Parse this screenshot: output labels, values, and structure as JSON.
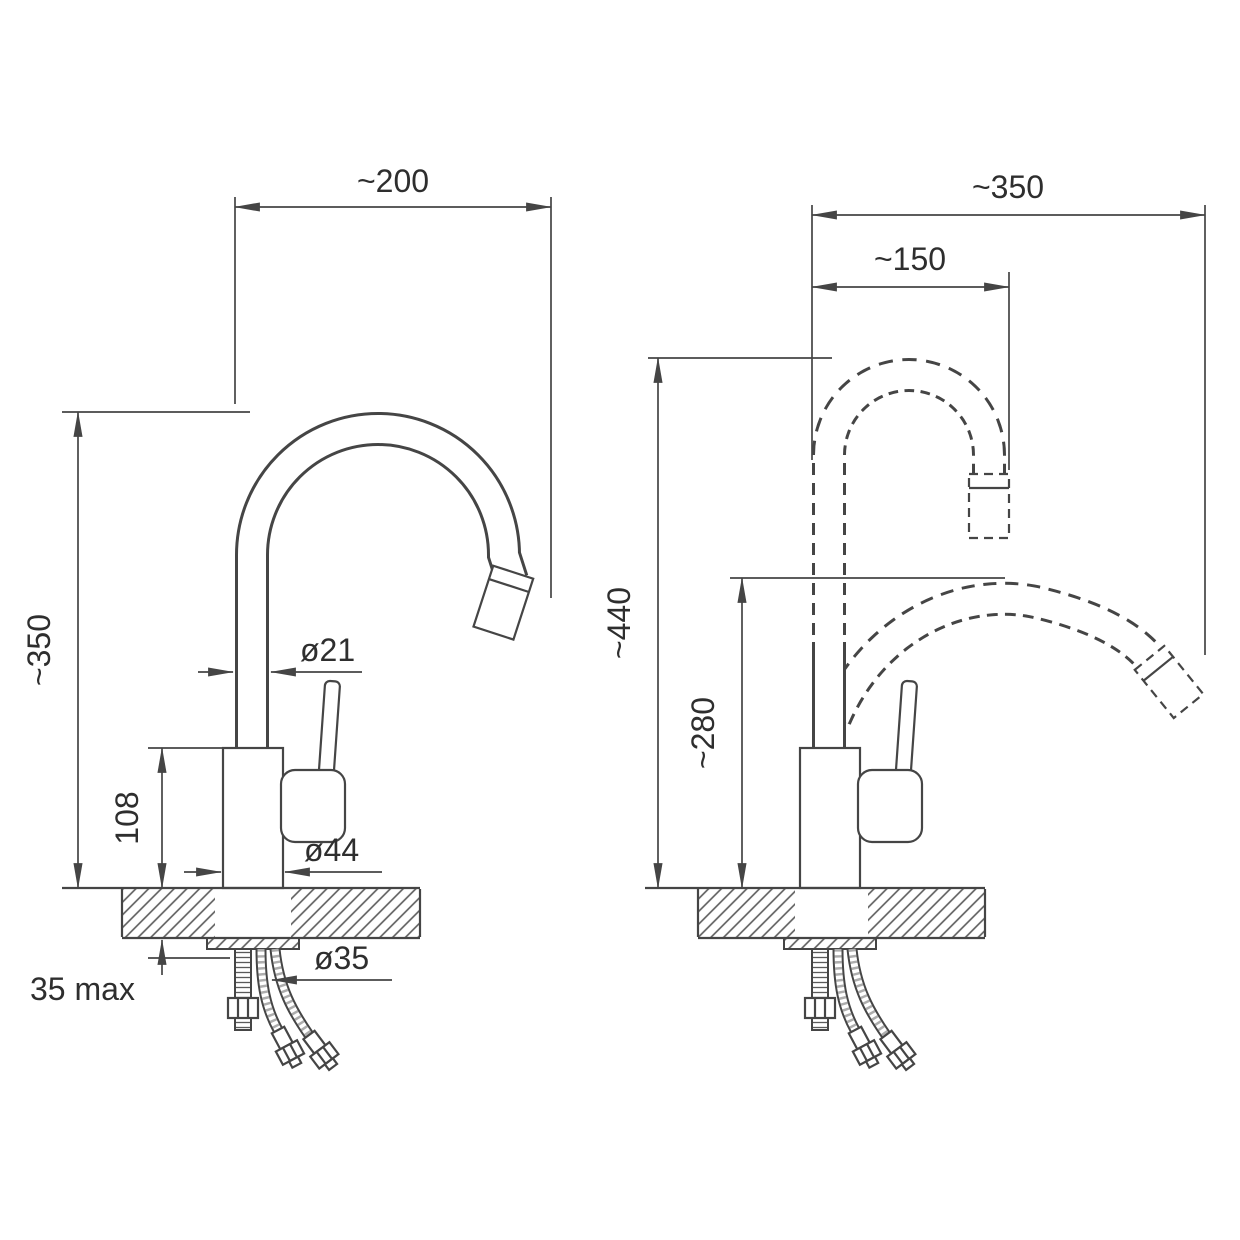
{
  "diagram": {
    "type": "technical-drawing",
    "subject": "kitchen sink mixer faucet with flexible spout — installation dimensions",
    "units": "mm",
    "line_color": "#454545",
    "text_color": "#2e2e2e",
    "left_view": {
      "spout_reach": "~200",
      "overall_height": "~350",
      "spout_tube_diameter": "ø21",
      "body_height": "108",
      "base_diameter": "ø44",
      "mount_hole_diameter": "ø35",
      "max_counter_thickness": "35 max"
    },
    "right_view": {
      "max_reach": "~350",
      "upper_position_reach": "~150",
      "max_height": "~440",
      "lowered_position_height": "~280"
    }
  }
}
